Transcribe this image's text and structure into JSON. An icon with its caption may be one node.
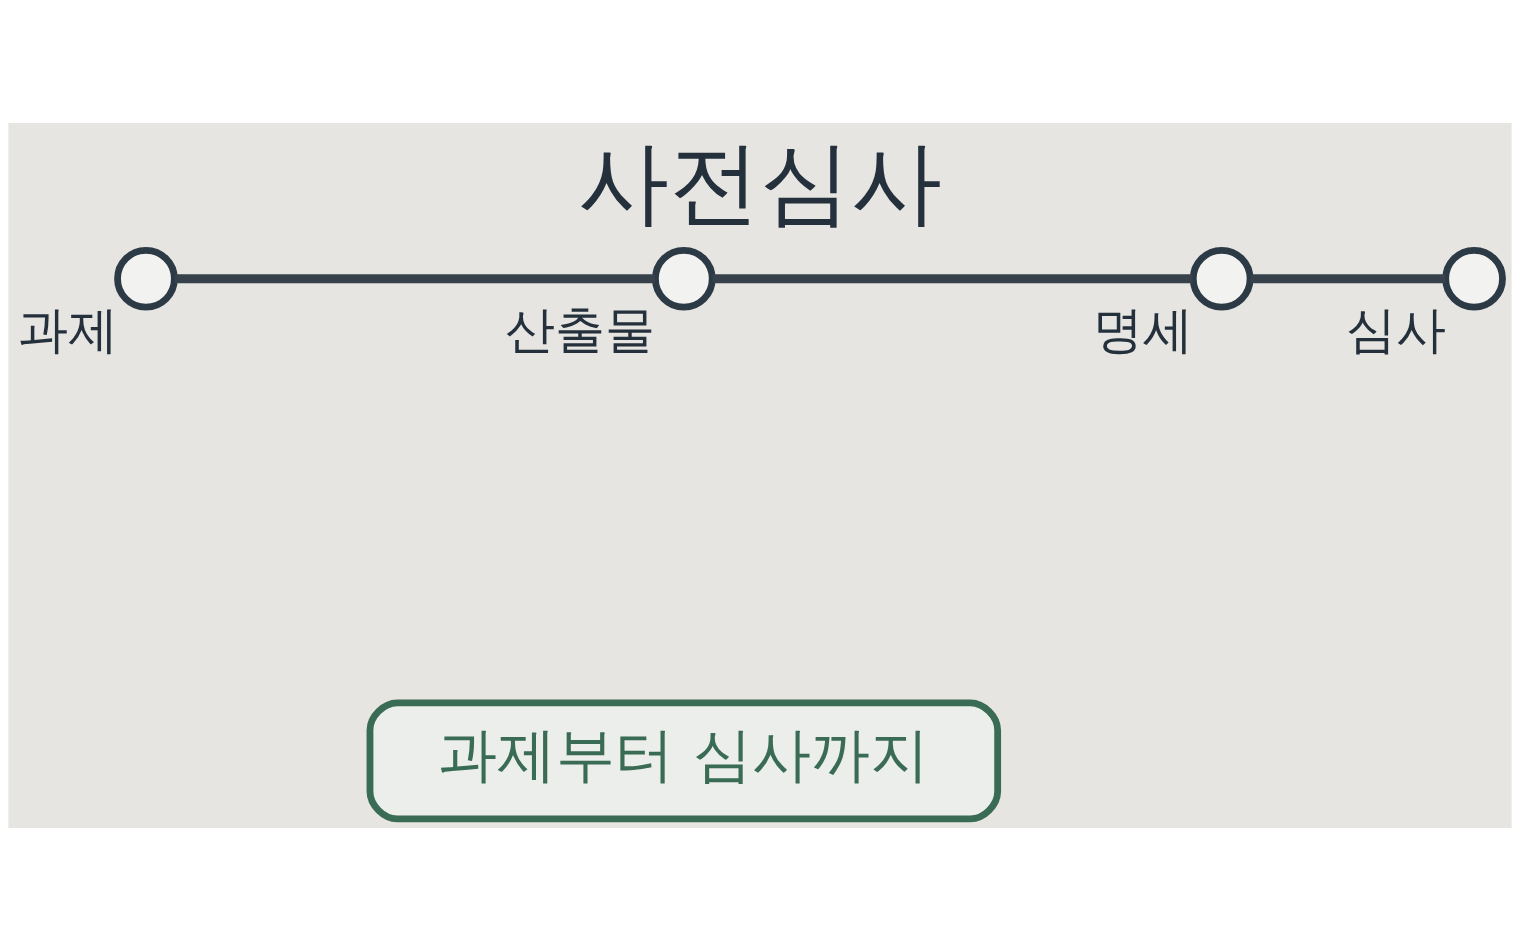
{
  "diagram": {
    "title": "사전심사",
    "nodes": [
      {
        "text": [],
        "shape": "circle",
        "beside": [
          "과제"
        ]
      },
      {
        "text": [],
        "shape": "circle",
        "beside": [
          "산출물"
        ]
      },
      {
        "text": [],
        "shape": "circle",
        "beside": [
          "명세"
        ]
      },
      {
        "text": [],
        "shape": "circle",
        "beside": [
          "심사"
        ]
      },
      {
        "text": [
          "과제부터 심사까지"
        ]
      }
    ],
    "edges": [
      {
        "from": 0,
        "to": 1,
        "arrow": "none"
      },
      {
        "from": 1,
        "to": 2,
        "arrow": "none"
      },
      {
        "from": 2,
        "to": 3,
        "arrow": "none"
      }
    ]
  }
}
